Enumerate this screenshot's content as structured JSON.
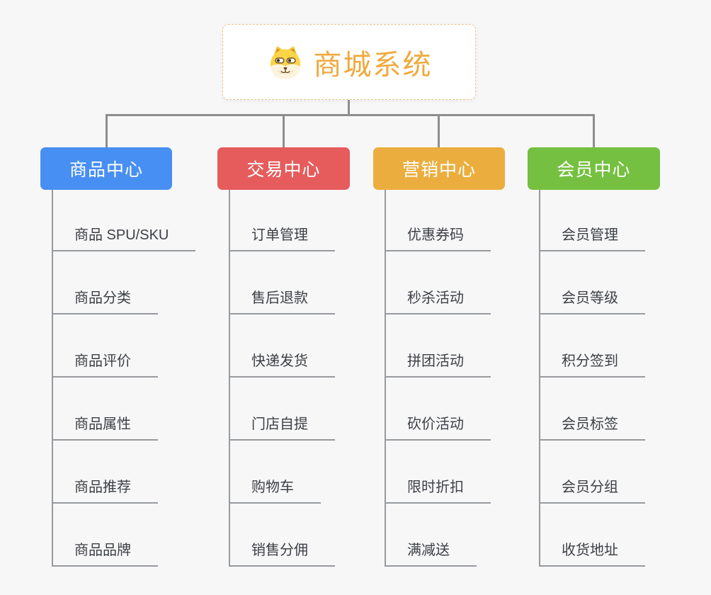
{
  "root": {
    "title": "商城系统",
    "icon": "doge-icon"
  },
  "branches": [
    {
      "label": "商品中心",
      "color": "#478ff2",
      "items": [
        "商品 SPU/SKU",
        "商品分类",
        "商品评价",
        "商品属性",
        "商品推荐",
        "商品品牌"
      ]
    },
    {
      "label": "交易中心",
      "color": "#e65c5c",
      "items": [
        "订单管理",
        "售后退款",
        "快递发货",
        "门店自提",
        "购物车",
        "销售分佣"
      ]
    },
    {
      "label": "营销中心",
      "color": "#ebae3e",
      "items": [
        "优惠券码",
        "秒杀活动",
        "拼团活动",
        "砍价活动",
        "限时折扣",
        "满减送"
      ]
    },
    {
      "label": "会员中心",
      "color": "#75c040",
      "items": [
        "会员管理",
        "会员等级",
        "积分签到",
        "会员标签",
        "会员分组",
        "收货地址"
      ]
    }
  ],
  "colors": {
    "background": "#f7f7f7",
    "connector": "#8d8d8d",
    "item_line": "#979a9e",
    "root_title": "#f0a93c",
    "root_border": "#f2c488",
    "item_text": "#3c3f45"
  }
}
